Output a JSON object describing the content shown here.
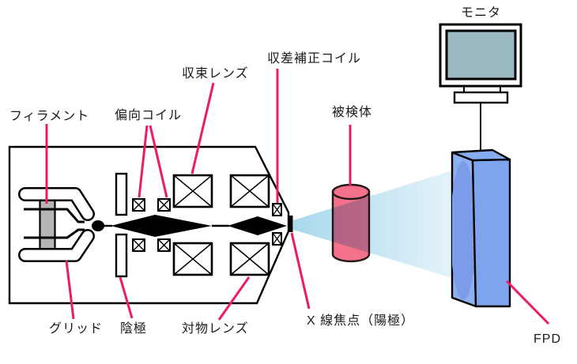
{
  "labels": {
    "filament": "フィラメント",
    "deflection_coil": "偏向コイル",
    "condenser_lens": "収束レンズ",
    "aberration_correction_coil": "収差補正コイル",
    "specimen": "被検体",
    "monitor": "モニタ",
    "grid": "グリッド",
    "cathode": "陰極",
    "objective_lens": "対物レンズ",
    "xray_focal_spot": "X 線焦点（陽極）",
    "fpd": "FPD"
  },
  "colors": {
    "accent": "#ed1a6b",
    "outline": "#000000",
    "beam": "#000000",
    "filament_gray": "#b5b5b5",
    "cone_near": "#a8d9ec",
    "cone_far": "#e4f3fa",
    "cylinder_pink": "#f4718c",
    "cylinder_outline": "#231815",
    "fpd_left": "#8cb0f0",
    "fpd_right": "#7da4ec",
    "fpd_top": "#86abee",
    "fpd_ellipse": "#7b9ce8",
    "monitor_screen": "#9ab9c1",
    "label_color": "#1a1a1a"
  }
}
